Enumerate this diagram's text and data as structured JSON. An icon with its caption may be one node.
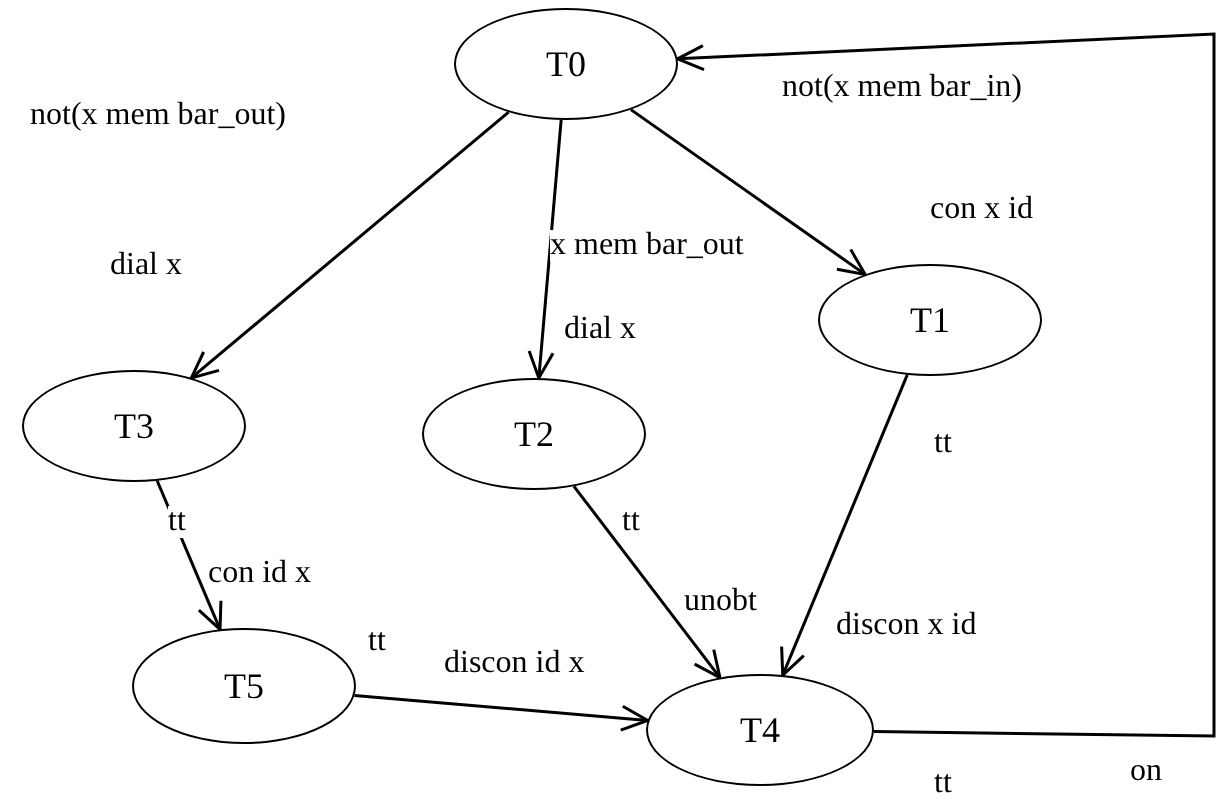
{
  "diagram": {
    "nodes": [
      {
        "text": [
          "T0"
        ]
      },
      {
        "text": [
          "T1"
        ]
      },
      {
        "text": [
          "T3"
        ]
      },
      {
        "text": [
          "T2"
        ]
      },
      {
        "text": [
          "T5"
        ]
      },
      {
        "text": [
          "T4"
        ]
      }
    ],
    "edges": [
      {
        "from": 0,
        "to": 2,
        "arrow": "to",
        "label": "dial x"
      },
      {
        "from": 0,
        "to": 3,
        "arrow": "to",
        "label": "dial x"
      },
      {
        "from": 0,
        "to": 1,
        "arrow": "to",
        "label": "con x id"
      },
      {
        "from": 2,
        "to": 4,
        "arrow": "to",
        "label": "con id x"
      },
      {
        "from": 3,
        "to": 5,
        "arrow": "to",
        "label": "unobt"
      },
      {
        "from": 1,
        "to": 5,
        "arrow": "to",
        "label": "discon x id"
      },
      {
        "from": 4,
        "to": 5,
        "arrow": "to",
        "label": "discon id x"
      },
      {
        "from": 5,
        "to": 0,
        "arrow": "to",
        "label": "not(x mem bar_in)"
      }
    ],
    "labels": [
      "not(x mem bar_out)",
      "x mem bar_out",
      "tt",
      "tt",
      "tt",
      "tt",
      "tt",
      "on"
    ]
  }
}
